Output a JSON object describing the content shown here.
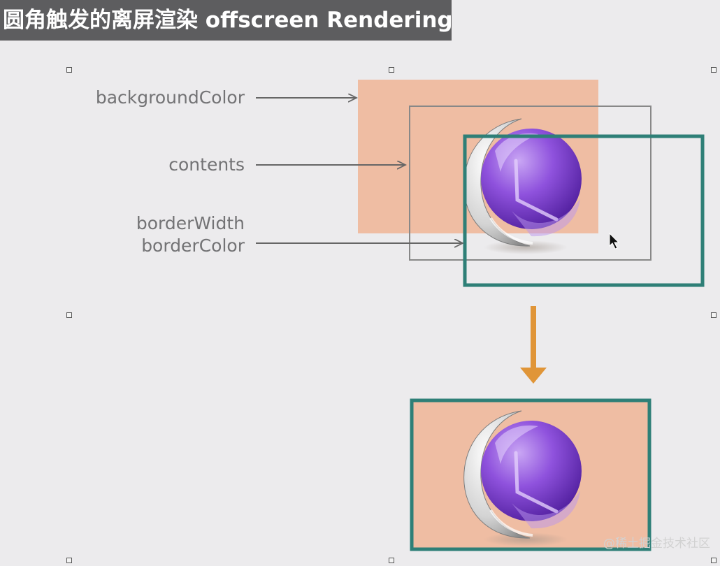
{
  "title": "圆角触发的离屏渲染 offscreen Rendering",
  "labels": {
    "background_color": "backgroundColor",
    "contents": "contents",
    "border_width": "borderWidth",
    "border_color": "borderColor"
  },
  "watermark": "@稀土掘金技术社区",
  "colors": {
    "background_fill": "#efbda3",
    "border_color": "#2e7f77",
    "arrow_down": "#e09538",
    "contents_frame": "#888888",
    "pointer_arrow": "#666666"
  },
  "icons": {
    "content_image": "purple-orb-icon",
    "cursor": "mouse-cursor-icon"
  }
}
